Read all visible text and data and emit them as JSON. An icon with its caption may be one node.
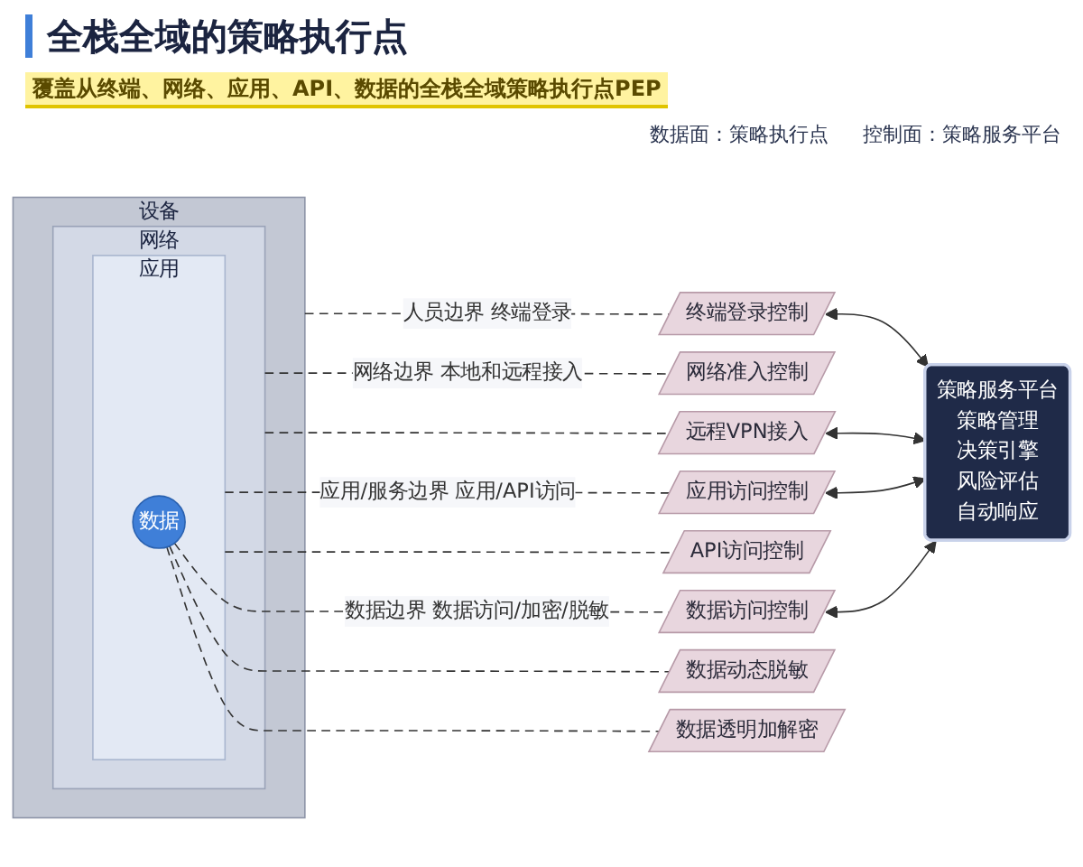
{
  "diagram": {
    "title": "全栈全域的策略执行点",
    "nodes": [
      {
        "text": [
          "设备"
        ]
      },
      {
        "text": [
          "网络"
        ],
        "in": 0
      },
      {
        "text": [
          "应用"
        ],
        "in": 1
      },
      {
        "text": [
          "数据"
        ],
        "in": 2
      },
      {
        "text": [
          "终端登录控制"
        ]
      },
      {
        "text": [
          "网络准入控制"
        ]
      },
      {
        "text": [
          "远程VPN接入"
        ]
      },
      {
        "text": [
          "应用访问控制"
        ]
      },
      {
        "text": [
          "API访问控制"
        ]
      },
      {
        "text": [
          "数据访问控制"
        ]
      },
      {
        "text": [
          "数据动态脱敏"
        ]
      },
      {
        "text": [
          "数据透明加解密"
        ]
      },
      {
        "text": [
          "策略服务平台",
          "策略管理",
          "决策引擎",
          "风险评估",
          "自动响应"
        ]
      }
    ],
    "edges": [
      {
        "from": 0,
        "to": 4,
        "arrow": "none",
        "style": "dashed",
        "label": "人员边界 终端登录"
      },
      {
        "from": 1,
        "to": 5,
        "arrow": "none",
        "style": "dashed",
        "label": "网络边界 本地和远程接入"
      },
      {
        "from": 1,
        "to": 6,
        "arrow": "none",
        "style": "dashed"
      },
      {
        "from": 2,
        "to": 7,
        "arrow": "none",
        "style": "dashed",
        "label": "应用/服务边界 应用/API访问"
      },
      {
        "from": 2,
        "to": 8,
        "arrow": "none",
        "style": "dashed"
      },
      {
        "from": 3,
        "to": 9,
        "arrow": "none",
        "style": "dashed",
        "label": "数据边界 数据访问/加密/脱敏"
      },
      {
        "from": 3,
        "to": 10,
        "arrow": "none",
        "style": "dashed"
      },
      {
        "from": 3,
        "to": 11,
        "arrow": "none",
        "style": "dashed"
      },
      {
        "from": 4,
        "to": 12,
        "arrow": "both"
      },
      {
        "from": 6,
        "to": 12,
        "arrow": "both"
      },
      {
        "from": 7,
        "to": 12,
        "arrow": "both"
      },
      {
        "from": 9,
        "to": 12,
        "arrow": "both"
      }
    ],
    "labels": [
      "覆盖从终端、网络、应用、API、数据的全栈全域策略执行点PEP",
      "数据面：策略执行点",
      "控制面：策略服务平台"
    ]
  }
}
